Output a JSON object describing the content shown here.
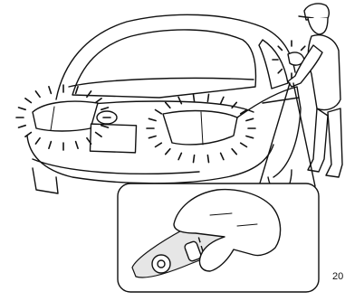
{
  "illustration": {
    "figure_code": "20"
  },
  "icons": {
    "car": "car-rear-view-illustration",
    "person": "person-with-cap-illustration",
    "flash": "hazard-light-flash-icon",
    "inset": "door-handle-closeup-inset"
  }
}
